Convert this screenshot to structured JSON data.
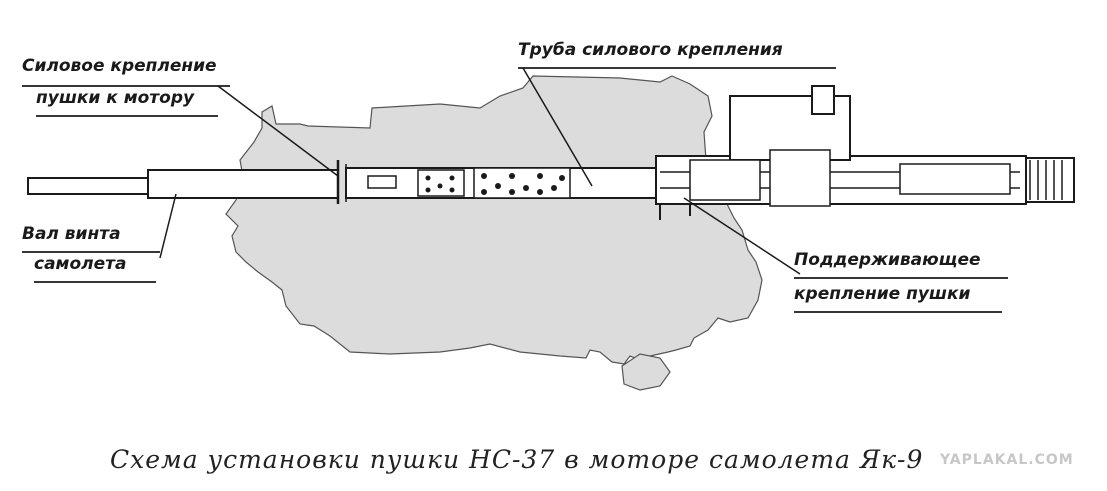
{
  "labels": {
    "power_mount_line1": "Силовое крепление",
    "power_mount_line2": "пушки к мотору",
    "power_tube": "Труба силового крепления",
    "prop_shaft_line1": "Вал винта",
    "prop_shaft_line2": "самолета",
    "support_mount_line1": "Поддерживающее",
    "support_mount_line2": "крепление пушки"
  },
  "caption": "Схема установки пушки НС-37 в моторе самолета Як-9",
  "watermark": "YAPLAKAL.COM",
  "colors": {
    "ink": "#1a1a1a",
    "engine_fill": "#dcdcdc",
    "background": "#ffffff",
    "watermark": "#c7c7c7"
  }
}
